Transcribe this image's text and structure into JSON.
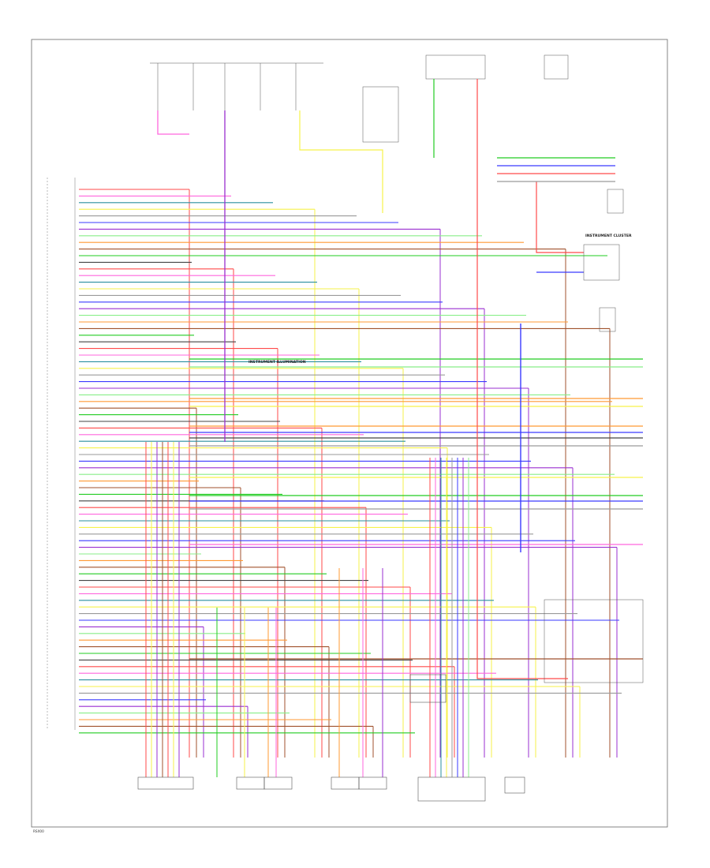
{
  "colors": {
    "red": "#ff4a4a",
    "blue": "#3a3aff",
    "green": "#22cc22",
    "yellow": "#f6f24a",
    "orange": "#ff9933",
    "pink": "#ff66dd",
    "purple": "#9a2fd0",
    "black": "#444444",
    "gray": "#9a9a9a",
    "brown": "#a0522d",
    "teal": "#2a8f9f",
    "lightgreen": "#88ee88"
  },
  "diagram": {
    "labels": {
      "instrument_illumination": "INSTRUMENT ILLUMINATION",
      "instrument_cluster": "INSTRUMENT CLUSTER",
      "page_code": "RSX00"
    }
  }
}
